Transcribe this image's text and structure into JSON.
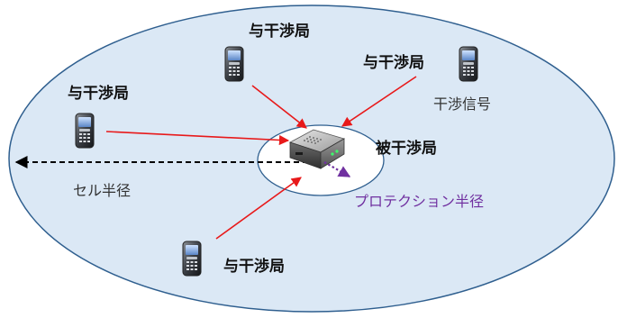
{
  "labels": {
    "interferer_top": "与干渉局",
    "interferer_topright": "与干渉局",
    "interferer_left": "与干渉局",
    "interferer_bottom": "与干渉局",
    "victim_station": "被干渉局",
    "interference_signal": "干渉信号",
    "cell_radius": "セル半径",
    "protection_radius": "プロテクション半径"
  },
  "colors": {
    "cell_fill": "#dbe8f5",
    "cell_stroke": "#2f5f8f",
    "protection_fill": "#ffffff",
    "interference_arrow": "#e8191a",
    "cell_radius_arrow": "#000000",
    "protection_radius_arrow": "#7030a0"
  },
  "icons": {
    "interferer": "mobile-phone-icon",
    "victim": "base-station-box-icon"
  }
}
